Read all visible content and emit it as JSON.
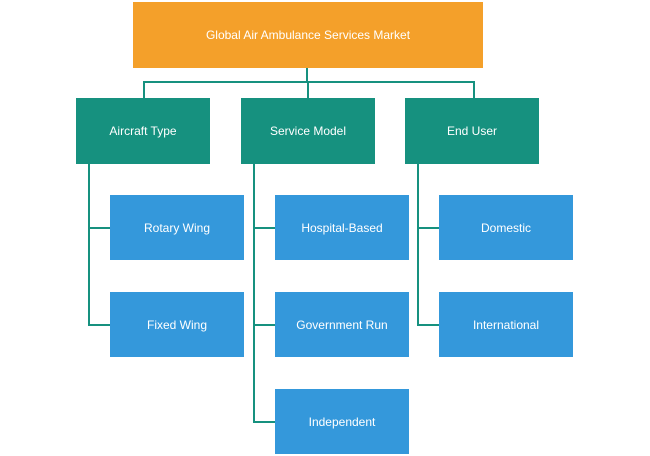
{
  "diagram": {
    "root": {
      "label": "Global Air Ambulance Services Market"
    },
    "categories": [
      {
        "label": "Aircraft Type",
        "items": [
          "Rotary Wing",
          "Fixed Wing"
        ]
      },
      {
        "label": "Service Model",
        "items": [
          "Hospital-Based",
          "Government Run",
          "Independent"
        ]
      },
      {
        "label": "End User",
        "items": [
          "Domestic",
          "International"
        ]
      }
    ],
    "colors": {
      "root": "#f4a02a",
      "category": "#16917f",
      "leaf": "#3498db",
      "connector": "#16917f",
      "text": "#ffffff"
    }
  }
}
